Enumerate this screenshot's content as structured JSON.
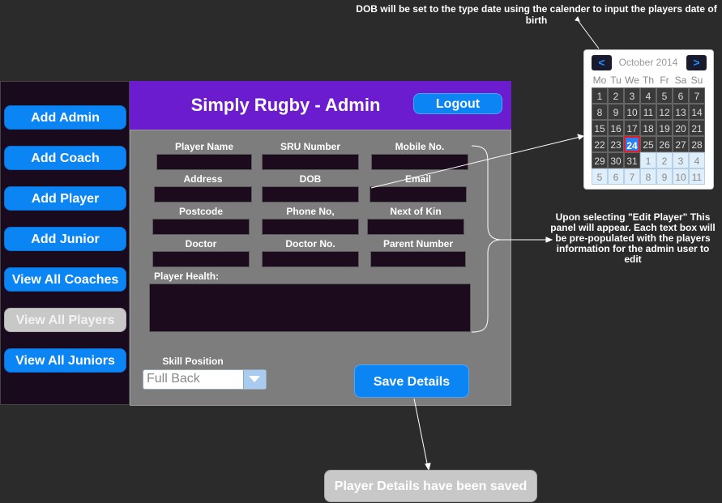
{
  "app": {
    "title": "Simply Rugby - Admin",
    "logout_label": "Logout"
  },
  "sidebar": {
    "items": [
      {
        "label": "Add Admin",
        "disabled": false
      },
      {
        "label": "Add Coach",
        "disabled": false
      },
      {
        "label": "Add Player",
        "disabled": false
      },
      {
        "label": "Add Junior",
        "disabled": false
      },
      {
        "label": "View All Coaches",
        "disabled": false
      },
      {
        "label": "View All Players",
        "disabled": true
      },
      {
        "label": "View All Juniors",
        "disabled": false
      }
    ]
  },
  "form": {
    "fields": [
      {
        "label": "Player Name"
      },
      {
        "label": "SRU Number"
      },
      {
        "label": "Mobile No."
      },
      {
        "label": "Address"
      },
      {
        "label": "DOB"
      },
      {
        "label": "Email"
      },
      {
        "label": "Postcode"
      },
      {
        "label": "Phone No,"
      },
      {
        "label": "Next of Kin"
      },
      {
        "label": "Doctor"
      },
      {
        "label": "Doctor No."
      },
      {
        "label": "Parent Number"
      }
    ],
    "health_label": "Player Health:",
    "skill_label": "Skill Position",
    "skill_value": "Full Back",
    "save_label": "Save Details"
  },
  "annotations": {
    "dob_note": "DOB will be set to the type date using the calender to input the players date of birth",
    "panel_note": "Upon selecting \"Edit Player\" This panel will appear. Each text box will be pre-populated with the players information for the admin user to edit",
    "saved_message": "Player Details have been saved"
  },
  "calendar": {
    "prev": "<",
    "next": ">",
    "month_label": "October 2014",
    "weekdays": [
      "Mo",
      "Tu",
      "We",
      "Th",
      "Fr",
      "Sa",
      "Su"
    ],
    "weeks": [
      [
        "1",
        "2",
        "3",
        "4",
        "5",
        "6",
        "7"
      ],
      [
        "8",
        "9",
        "10",
        "11",
        "12",
        "13",
        "14"
      ],
      [
        "15",
        "16",
        "17",
        "18",
        "19",
        "20",
        "21"
      ],
      [
        "22",
        "23",
        "24",
        "25",
        "26",
        "27",
        "28"
      ],
      [
        "29",
        "30",
        "31",
        "1",
        "2",
        "3",
        "4"
      ],
      [
        "5",
        "6",
        "7",
        "8",
        "9",
        "10",
        "11"
      ]
    ],
    "selected_day": "24"
  },
  "colors": {
    "accent": "#0b84f4",
    "header": "#6b1ccf",
    "panel": "#7d7d7d",
    "background": "#2b2b2b"
  }
}
